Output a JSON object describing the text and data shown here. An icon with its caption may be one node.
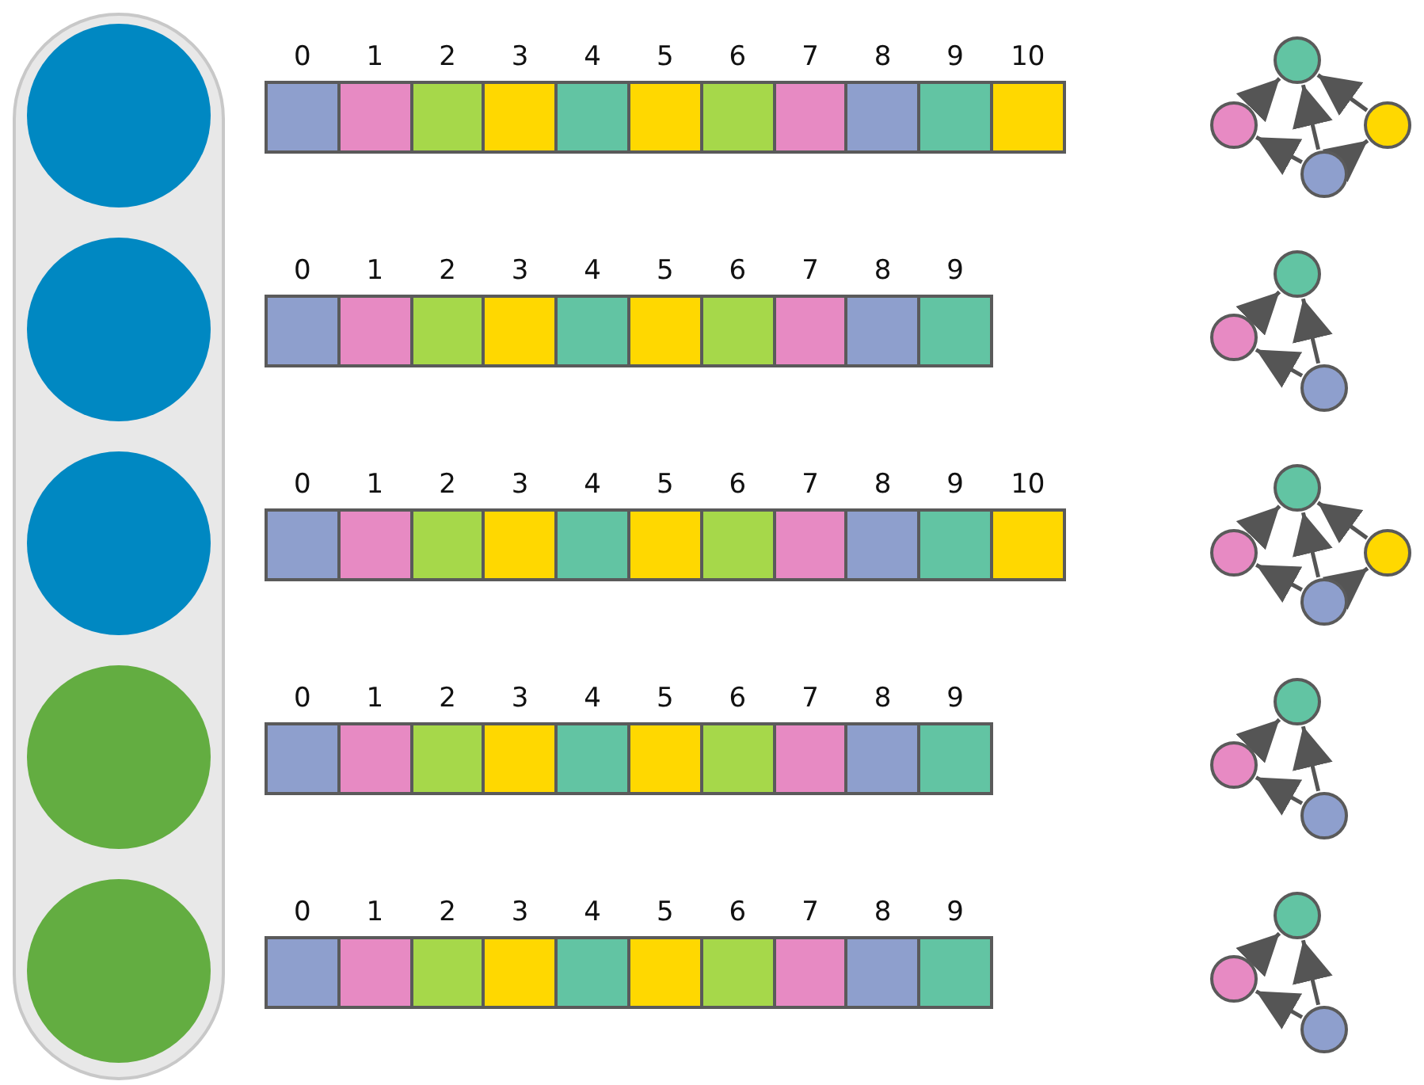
{
  "diagram": {
    "nodes": [
      {
        "text": [],
        "shape": "box"
      },
      {
        "text": [],
        "shape": "circle",
        "in": 0
      },
      {
        "text": [],
        "shape": "circle",
        "in": 0
      },
      {
        "text": [],
        "shape": "circle",
        "in": 0
      },
      {
        "text": [],
        "shape": "circle",
        "in": 0
      },
      {
        "text": [],
        "shape": "circle",
        "in": 0
      },
      {
        "text": [],
        "shape": "box",
        "beside": [
          "0"
        ]
      },
      {
        "text": [],
        "shape": "box",
        "beside": [
          "1"
        ]
      },
      {
        "text": [],
        "shape": "box",
        "beside": [
          "2"
        ]
      },
      {
        "text": [],
        "shape": "box",
        "beside": [
          "3"
        ]
      },
      {
        "text": [],
        "shape": "box",
        "beside": [
          "4"
        ]
      },
      {
        "text": [],
        "shape": "box",
        "beside": [
          "5"
        ]
      },
      {
        "text": [],
        "shape": "box",
        "beside": [
          "6"
        ]
      },
      {
        "text": [],
        "shape": "box",
        "beside": [
          "7"
        ]
      },
      {
        "text": [],
        "shape": "box",
        "beside": [
          "8"
        ]
      },
      {
        "text": [],
        "shape": "box",
        "beside": [
          "9"
        ]
      },
      {
        "text": [],
        "shape": "box",
        "beside": [
          "10"
        ]
      },
      {
        "text": [],
        "shape": "circle"
      },
      {
        "text": [],
        "shape": "circle"
      },
      {
        "text": [],
        "shape": "circle"
      },
      {
        "text": [],
        "shape": "circle"
      },
      {
        "text": [],
        "shape": "box",
        "beside": [
          "0"
        ]
      },
      {
        "text": [],
        "shape": "box",
        "beside": [
          "1"
        ]
      },
      {
        "text": [],
        "shape": "box",
        "beside": [
          "2"
        ]
      },
      {
        "text": [],
        "shape": "box",
        "beside": [
          "3"
        ]
      },
      {
        "text": [],
        "shape": "box",
        "beside": [
          "4"
        ]
      },
      {
        "text": [],
        "shape": "box",
        "beside": [
          "5"
        ]
      },
      {
        "text": [],
        "shape": "box",
        "beside": [
          "6"
        ]
      },
      {
        "text": [],
        "shape": "box",
        "beside": [
          "7"
        ]
      },
      {
        "text": [],
        "shape": "box",
        "beside": [
          "8"
        ]
      },
      {
        "text": [],
        "shape": "box",
        "beside": [
          "9"
        ]
      },
      {
        "text": [],
        "shape": "circle"
      },
      {
        "text": [],
        "shape": "circle"
      },
      {
        "text": [],
        "shape": "circle"
      },
      {
        "text": [],
        "shape": "box",
        "beside": [
          "0"
        ]
      },
      {
        "text": [],
        "shape": "box",
        "beside": [
          "1"
        ]
      },
      {
        "text": [],
        "shape": "box",
        "beside": [
          "2"
        ]
      },
      {
        "text": [],
        "shape": "box",
        "beside": [
          "3"
        ]
      },
      {
        "text": [],
        "shape": "box",
        "beside": [
          "4"
        ]
      },
      {
        "text": [],
        "shape": "box",
        "beside": [
          "5"
        ]
      },
      {
        "text": [],
        "shape": "box",
        "beside": [
          "6"
        ]
      },
      {
        "text": [],
        "shape": "box",
        "beside": [
          "7"
        ]
      },
      {
        "text": [],
        "shape": "box",
        "beside": [
          "8"
        ]
      },
      {
        "text": [],
        "shape": "box",
        "beside": [
          "9"
        ]
      },
      {
        "text": [],
        "shape": "box",
        "beside": [
          "10"
        ]
      },
      {
        "text": [],
        "shape": "circle"
      },
      {
        "text": [],
        "shape": "circle"
      },
      {
        "text": [],
        "shape": "circle"
      },
      {
        "text": [],
        "shape": "circle"
      },
      {
        "text": [],
        "shape": "box",
        "beside": [
          "0"
        ]
      },
      {
        "text": [],
        "shape": "box",
        "beside": [
          "1"
        ]
      },
      {
        "text": [],
        "shape": "box",
        "beside": [
          "2"
        ]
      },
      {
        "text": [],
        "shape": "box",
        "beside": [
          "3"
        ]
      },
      {
        "text": [],
        "shape": "box",
        "beside": [
          "4"
        ]
      },
      {
        "text": [],
        "shape": "box",
        "beside": [
          "5"
        ]
      },
      {
        "text": [],
        "shape": "box",
        "beside": [
          "6"
        ]
      },
      {
        "text": [],
        "shape": "box",
        "beside": [
          "7"
        ]
      },
      {
        "text": [],
        "shape": "box",
        "beside": [
          "8"
        ]
      },
      {
        "text": [],
        "shape": "box",
        "beside": [
          "9"
        ]
      },
      {
        "text": [],
        "shape": "circle"
      },
      {
        "text": [],
        "shape": "circle"
      },
      {
        "text": [],
        "shape": "circle"
      },
      {
        "text": [],
        "shape": "box",
        "beside": [
          "0"
        ]
      },
      {
        "text": [],
        "shape": "box",
        "beside": [
          "1"
        ]
      },
      {
        "text": [],
        "shape": "box",
        "beside": [
          "2"
        ]
      },
      {
        "text": [],
        "shape": "box",
        "beside": [
          "3"
        ]
      },
      {
        "text": [],
        "shape": "box",
        "beside": [
          "4"
        ]
      },
      {
        "text": [],
        "shape": "box",
        "beside": [
          "5"
        ]
      },
      {
        "text": [],
        "shape": "box",
        "beside": [
          "6"
        ]
      },
      {
        "text": [],
        "shape": "box",
        "beside": [
          "7"
        ]
      },
      {
        "text": [],
        "shape": "box",
        "beside": [
          "8"
        ]
      },
      {
        "text": [],
        "shape": "box",
        "beside": [
          "9"
        ]
      },
      {
        "text": [],
        "shape": "circle"
      },
      {
        "text": [],
        "shape": "circle"
      },
      {
        "text": [],
        "shape": "circle"
      }
    ],
    "edges": [
      {
        "from": 18,
        "to": 17,
        "arrow": "to"
      },
      {
        "from": 20,
        "to": 17,
        "arrow": "to"
      },
      {
        "from": 20,
        "to": 18,
        "arrow": "to"
      },
      {
        "from": 19,
        "to": 17,
        "arrow": "to"
      },
      {
        "from": 20,
        "to": 19,
        "arrow": "to"
      },
      {
        "from": 32,
        "to": 31,
        "arrow": "to"
      },
      {
        "from": 33,
        "to": 31,
        "arrow": "to"
      },
      {
        "from": 33,
        "to": 32,
        "arrow": "to"
      },
      {
        "from": 46,
        "to": 45,
        "arrow": "to"
      },
      {
        "from": 48,
        "to": 45,
        "arrow": "to"
      },
      {
        "from": 48,
        "to": 46,
        "arrow": "to"
      },
      {
        "from": 47,
        "to": 45,
        "arrow": "to"
      },
      {
        "from": 48,
        "to": 47,
        "arrow": "to"
      },
      {
        "from": 60,
        "to": 59,
        "arrow": "to"
      },
      {
        "from": 61,
        "to": 59,
        "arrow": "to"
      },
      {
        "from": 61,
        "to": 60,
        "arrow": "to"
      },
      {
        "from": 73,
        "to": 72,
        "arrow": "to"
      },
      {
        "from": 74,
        "to": 72,
        "arrow": "to"
      },
      {
        "from": 74,
        "to": 73,
        "arrow": "to"
      }
    ]
  }
}
